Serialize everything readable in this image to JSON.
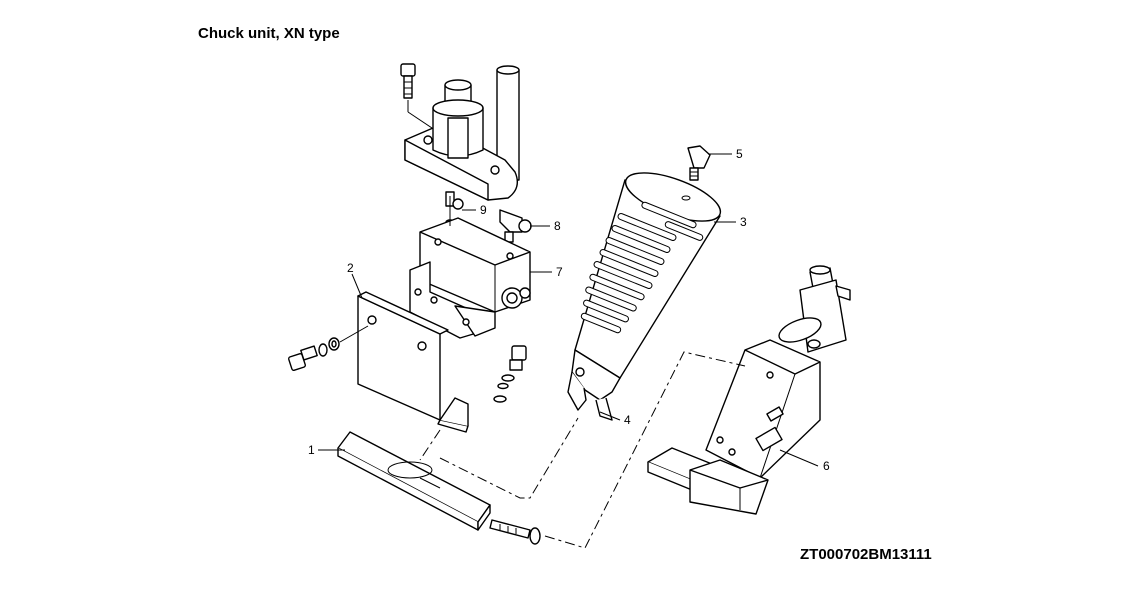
{
  "title": "Chuck unit, XN type",
  "drawing_code": "ZT000702BM13111",
  "callouts": [
    {
      "id": "c1",
      "label": "1"
    },
    {
      "id": "c2",
      "label": "2"
    },
    {
      "id": "c3",
      "label": "3"
    },
    {
      "id": "c4",
      "label": "4"
    },
    {
      "id": "c5",
      "label": "5"
    },
    {
      "id": "c6",
      "label": "6"
    },
    {
      "id": "c7",
      "label": "7"
    },
    {
      "id": "c8",
      "label": "8"
    },
    {
      "id": "c9",
      "label": "9"
    }
  ]
}
